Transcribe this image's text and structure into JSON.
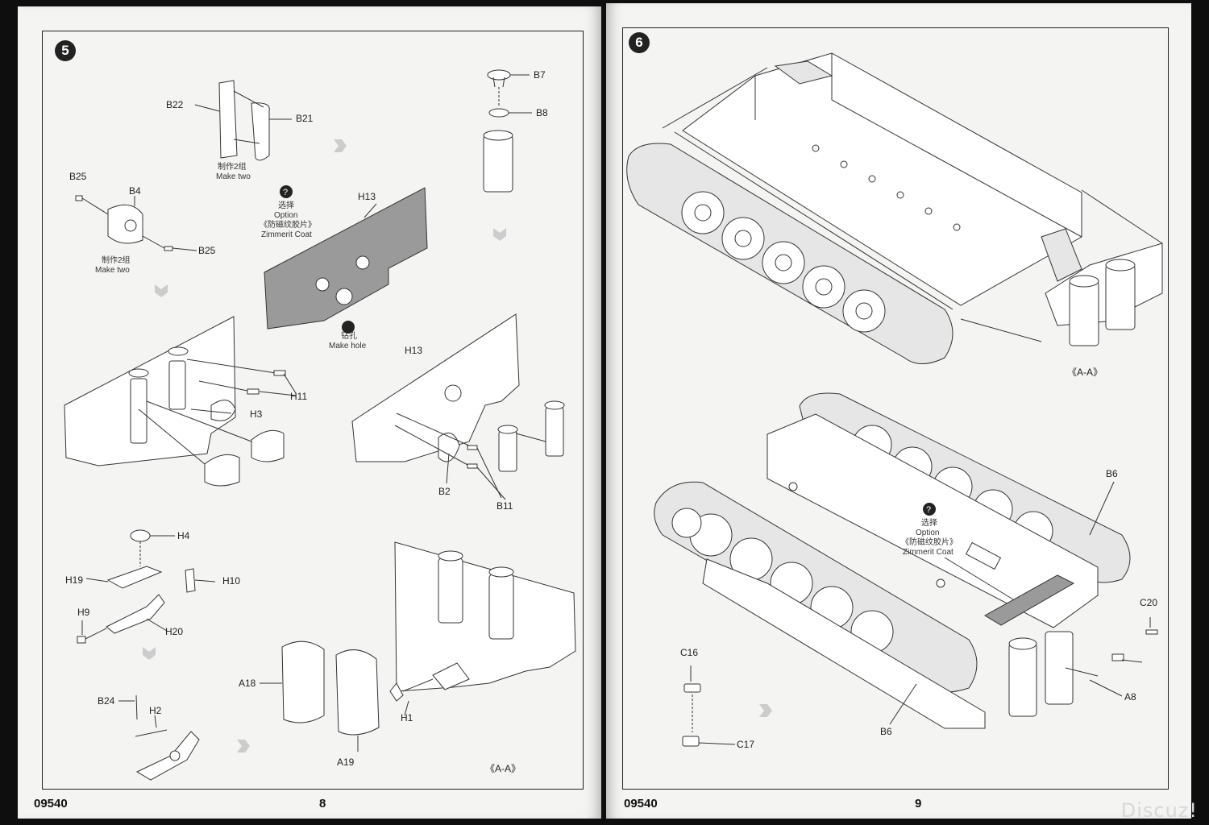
{
  "left_page": {
    "step_number": "5",
    "code": "09540",
    "page_number": "8",
    "labels": {
      "b22": "B22",
      "b21": "B21",
      "b7": "B7",
      "b8": "B8",
      "b25a": "B25",
      "b4": "B4",
      "b25b": "B25",
      "h13a": "H13",
      "h11": "H11",
      "h3": "H3",
      "h13b": "H13",
      "b2": "B2",
      "b11": "B11",
      "h4": "H4",
      "h19": "H19",
      "h10": "H10",
      "h9": "H9",
      "h20": "H20",
      "a18": "A18",
      "a19": "A19",
      "h1": "H1",
      "b24": "B24",
      "h2": "H2"
    },
    "notes": {
      "make_two_1_cn": "制作2组",
      "make_two_1_en": "Make two",
      "make_two_2_cn": "制作2组",
      "make_two_2_en": "Make two",
      "option_cn": "选择",
      "option_en": "Option",
      "zimmerit_cn": "《防磁纹胶片》",
      "zimmerit_en": "Zimmerit Coat",
      "hole_cn": "钻孔",
      "hole_en": "Make hole",
      "section": "《A-A》"
    }
  },
  "right_page": {
    "step_number": "6",
    "code": "09540",
    "page_number": "9",
    "labels": {
      "b6a": "B6",
      "c20": "C20",
      "c16": "C16",
      "c17": "C17",
      "b6b": "B6",
      "a8": "A8"
    },
    "notes": {
      "section": "《A-A》",
      "option_cn": "选择",
      "option_en": "Option",
      "zimmerit_cn": "《防磁纹胶片》",
      "zimmerit_en": "Zimmerit Coat"
    }
  },
  "watermark": "Discuz!"
}
